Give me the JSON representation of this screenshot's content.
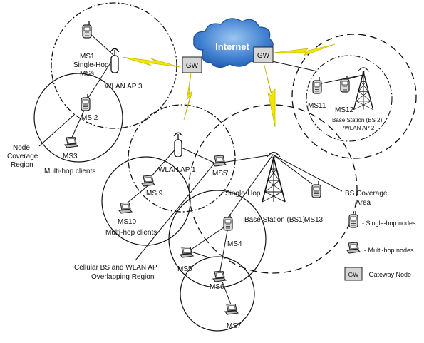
{
  "cloud": {
    "label": "Internet"
  },
  "gateways": {
    "left": "GW",
    "right": "GW"
  },
  "access_points": {
    "ap3": "WLAN AP 3",
    "ap1": "WLAN AP 1",
    "bs1": "Base Station (BS1)",
    "bs2_line1": "Base Station (BS 2)",
    "bs2_line2": "/WLAN AP 2"
  },
  "nodes": {
    "ms1": "MS1",
    "ms2": "MS 2",
    "ms3": "MS3",
    "ms4": "MS4",
    "ms5": "MS5",
    "ms5p": "MS5'",
    "ms6": "MS6",
    "ms7": "MS7",
    "ms9": "MS 9",
    "ms10": "MS10",
    "ms11": "MS11",
    "ms12": "MS12",
    "ms13": "MS13"
  },
  "annotations": {
    "single_hop_top": "Single-Hop",
    "mss": "MSs",
    "node_coverage_1": "Node",
    "node_coverage_2": "Coverage",
    "node_coverage_3": "Region",
    "multihop_top": "Multi-hop clients",
    "multihop_mid": "Multi-hop clients",
    "single_hop_mid": "Single-Hop",
    "bs_coverage_1": "BS Coverage",
    "bs_coverage_2": "Area",
    "overlap_1": "Cellular BS and WLAN AP",
    "overlap_2": "Overlapping Region"
  },
  "legend": {
    "single_hop": "- Single-hop nodes",
    "multi_hop": "- Multi-hop nodes",
    "gateway_box": "GW",
    "gateway": "- Gateway Node"
  },
  "colors": {
    "lightning": "#f2e600",
    "cloud": "#3f7fd0",
    "cloud_edge": "#1d4f9e"
  }
}
